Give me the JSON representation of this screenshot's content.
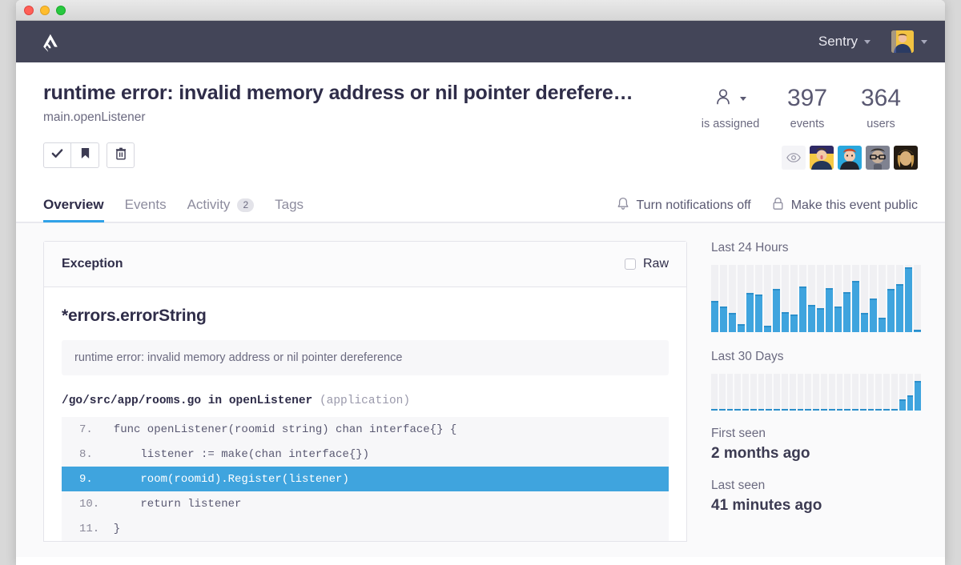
{
  "window": {
    "traffic_lights": [
      "close",
      "minimize",
      "maximize"
    ]
  },
  "topnav": {
    "logo_name": "sentry-logo",
    "org_label": "Sentry",
    "org_caret_icon": "chevron-down-icon",
    "user_caret_icon": "chevron-down-icon",
    "avatar_name": "user-avatar"
  },
  "issue": {
    "title": "runtime error: invalid memory address or nil pointer derefere…",
    "culprit": "main.openListener",
    "actions": [
      {
        "name": "resolve-button",
        "icon": "checkmark-icon"
      },
      {
        "name": "bookmark-button",
        "icon": "bookmark-icon"
      },
      {
        "name": "delete-button",
        "icon": "trash-icon"
      }
    ],
    "stats": {
      "assigned_icon": "assignee-icon",
      "assigned_caret": "chevron-down-icon",
      "assigned_label": "is assigned",
      "events_count": "397",
      "events_label": "events",
      "users_count": "364",
      "users_label": "users"
    },
    "seen_by": {
      "eye_icon": "eye-icon",
      "avatars": [
        "seen-avatar-1",
        "seen-avatar-2",
        "seen-avatar-3",
        "seen-avatar-4"
      ]
    }
  },
  "tabs": [
    {
      "label": "Overview",
      "active": true,
      "badge": ""
    },
    {
      "label": "Events",
      "active": false,
      "badge": ""
    },
    {
      "label": "Activity",
      "active": false,
      "badge": "2"
    },
    {
      "label": "Tags",
      "active": false,
      "badge": ""
    }
  ],
  "tab_actions": [
    {
      "label": "Turn notifications off",
      "icon": "bell-icon"
    },
    {
      "label": "Make this event public",
      "icon": "lock-icon"
    }
  ],
  "exception_panel": {
    "title": "Exception",
    "raw_label": "Raw",
    "raw_checked": false,
    "type": "*errors.errorString",
    "value": "runtime error: invalid memory address or nil pointer dereference",
    "frame_path": "/go/src/app/rooms.go in openListener ",
    "frame_package": "(application)",
    "code": [
      {
        "line": "7.",
        "text": "  func openListener(roomid string) chan interface{} {",
        "highlighted": false
      },
      {
        "line": "8.",
        "text": "      listener := make(chan interface{})",
        "highlighted": false
      },
      {
        "line": "9.",
        "text": "      room(roomid).Register(listener)",
        "highlighted": true
      },
      {
        "line": "10.",
        "text": "      return listener",
        "highlighted": false
      },
      {
        "line": "11.",
        "text": "  }",
        "highlighted": false
      }
    ]
  },
  "sidebar": {
    "first_seen_label": "First seen",
    "first_seen_value": "2 months ago",
    "last_seen_label": "Last seen",
    "last_seen_value": "41 minutes ago",
    "accent_color": "#3fa4de",
    "track_color": "#f0f0f3"
  },
  "chart_data": [
    {
      "type": "bar",
      "title": "Last 24 Hours",
      "xlabel": "",
      "ylabel": "",
      "grid": false,
      "legend": "none",
      "ylim": [
        0,
        100
      ],
      "categories": [
        "1",
        "2",
        "3",
        "4",
        "5",
        "6",
        "7",
        "8",
        "9",
        "10",
        "11",
        "12",
        "13",
        "14",
        "15",
        "16",
        "17",
        "18",
        "19",
        "20",
        "21",
        "22",
        "23",
        "24"
      ],
      "values": [
        46,
        38,
        28,
        12,
        58,
        56,
        10,
        64,
        30,
        26,
        68,
        40,
        36,
        66,
        38,
        60,
        76,
        28,
        50,
        22,
        64,
        72,
        96,
        3
      ]
    },
    {
      "type": "bar",
      "title": "Last 30 Days",
      "xlabel": "",
      "ylabel": "",
      "grid": false,
      "legend": "none",
      "ylim": [
        0,
        100
      ],
      "categories": [
        "1",
        "2",
        "3",
        "4",
        "5",
        "6",
        "7",
        "8",
        "9",
        "10",
        "11",
        "12",
        "13",
        "14",
        "15",
        "16",
        "17",
        "18",
        "19",
        "20",
        "21",
        "22",
        "23",
        "24",
        "25",
        "26",
        "27"
      ],
      "values": [
        4,
        4,
        4,
        4,
        4,
        4,
        4,
        4,
        4,
        4,
        4,
        4,
        4,
        4,
        4,
        4,
        4,
        4,
        4,
        4,
        4,
        4,
        4,
        4,
        30,
        42,
        80
      ]
    }
  ]
}
